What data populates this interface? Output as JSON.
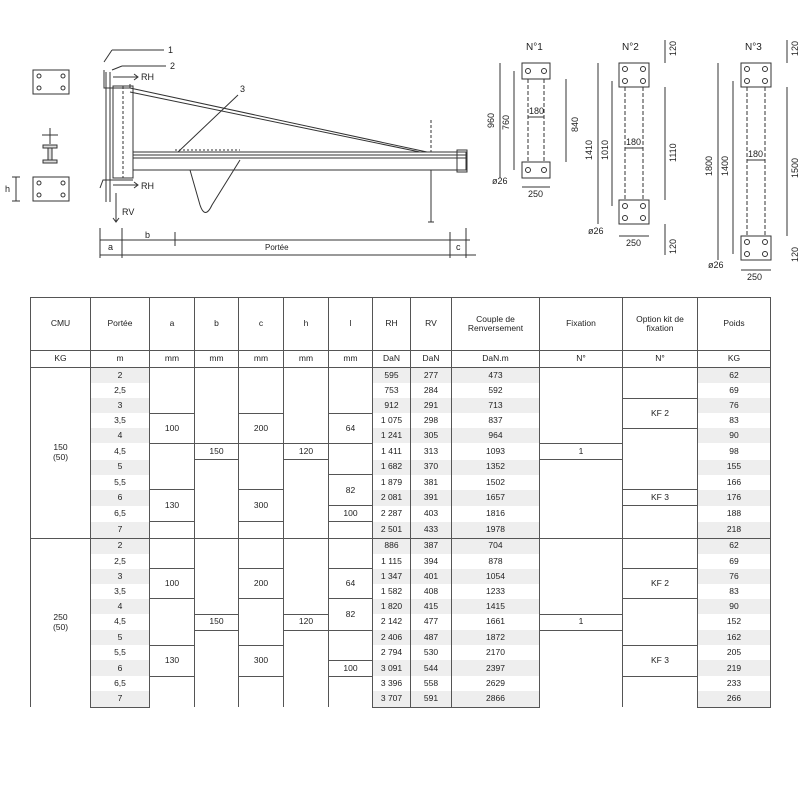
{
  "drawing": {
    "labels": {
      "callout1": "1",
      "callout2": "2",
      "callout3": "3",
      "rh_top": "RH",
      "rh_bottom": "RH",
      "rv": "RV",
      "h": "h",
      "a": "a",
      "b": "b",
      "c": "c",
      "portee": "Portée"
    },
    "plates": [
      {
        "title": "N°1",
        "dims": [
          "960",
          "760",
          "180",
          "840",
          "250",
          "ø26"
        ]
      },
      {
        "title": "N°2",
        "dims": [
          "120",
          "1410",
          "1010",
          "180",
          "1110",
          "120",
          "250",
          "ø26"
        ]
      },
      {
        "title": "N°3",
        "dims": [
          "120",
          "1800",
          "1400",
          "180",
          "1500",
          "120",
          "250",
          "ø26"
        ]
      }
    ]
  },
  "table": {
    "headers": [
      "CMU",
      "Portée",
      "a",
      "b",
      "c",
      "h",
      "l",
      "RH",
      "RV",
      "Couple de Renversement",
      "Fixation",
      "Option kit de fixation",
      "Poids"
    ],
    "units": [
      "KG",
      "m",
      "mm",
      "mm",
      "mm",
      "mm",
      "mm",
      "DaN",
      "DaN",
      "DaN.m",
      "N°",
      "N°",
      "KG"
    ],
    "groups": [
      {
        "cmu": "150",
        "cmu_sub": "(50)",
        "rows": [
          {
            "portee": "2",
            "rh": "595",
            "rv": "277",
            "couple": "473",
            "poids": "62"
          },
          {
            "portee": "2,5",
            "rh": "753",
            "rv": "284",
            "couple": "592",
            "poids": "69"
          },
          {
            "portee": "3",
            "rh": "912",
            "rv": "291",
            "couple": "713",
            "poids": "76"
          },
          {
            "portee": "3,5",
            "rh": "1 075",
            "rv": "298",
            "couple": "837",
            "poids": "83"
          },
          {
            "portee": "4",
            "rh": "1 241",
            "rv": "305",
            "couple": "964",
            "poids": "90"
          },
          {
            "portee": "4,5",
            "rh": "1 411",
            "rv": "313",
            "couple": "1093",
            "poids": "98"
          },
          {
            "portee": "5",
            "rh": "1 682",
            "rv": "370",
            "couple": "1352",
            "poids": "155"
          },
          {
            "portee": "5,5",
            "rh": "1 879",
            "rv": "381",
            "couple": "1502",
            "poids": "166"
          },
          {
            "portee": "6",
            "rh": "2 081",
            "rv": "391",
            "couple": "1657",
            "poids": "176"
          },
          {
            "portee": "6,5",
            "rh": "2 287",
            "rv": "403",
            "couple": "1816",
            "poids": "188"
          },
          {
            "portee": "7",
            "rh": "2 501",
            "rv": "433",
            "couple": "1978",
            "poids": "218"
          }
        ],
        "merged": {
          "a1": "100",
          "a2": "130",
          "b": "150",
          "c1": "200",
          "c2": "300",
          "h": "120",
          "l1": "64",
          "l2": "82",
          "l3": "100",
          "fixation": "1",
          "kit1": "KF 2",
          "kit2": "KF 3"
        }
      },
      {
        "cmu": "250",
        "cmu_sub": "(50)",
        "rows": [
          {
            "portee": "2",
            "rh": "886",
            "rv": "387",
            "couple": "704",
            "poids": "62"
          },
          {
            "portee": "2,5",
            "rh": "1 115",
            "rv": "394",
            "couple": "878",
            "poids": "69"
          },
          {
            "portee": "3",
            "rh": "1 347",
            "rv": "401",
            "couple": "1054",
            "poids": "76"
          },
          {
            "portee": "3,5",
            "rh": "1 582",
            "rv": "408",
            "couple": "1233",
            "poids": "83"
          },
          {
            "portee": "4",
            "rh": "1 820",
            "rv": "415",
            "couple": "1415",
            "poids": "90"
          },
          {
            "portee": "4,5",
            "rh": "2 142",
            "rv": "477",
            "couple": "1661",
            "poids": "152"
          },
          {
            "portee": "5",
            "rh": "2 406",
            "rv": "487",
            "couple": "1872",
            "poids": "162"
          },
          {
            "portee": "5,5",
            "rh": "2 794",
            "rv": "530",
            "couple": "2170",
            "poids": "205"
          },
          {
            "portee": "6",
            "rh": "3 091",
            "rv": "544",
            "couple": "2397",
            "poids": "219"
          },
          {
            "portee": "6,5",
            "rh": "3 396",
            "rv": "558",
            "couple": "2629",
            "poids": "233"
          },
          {
            "portee": "7",
            "rh": "3 707",
            "rv": "591",
            "couple": "2866",
            "poids": "266"
          }
        ],
        "merged": {
          "a1": "100",
          "a2": "130",
          "b": "150",
          "c1": "200",
          "c2": "300",
          "h": "120",
          "l1": "64",
          "l2": "82",
          "l3": "100",
          "fixation": "1",
          "kit1": "KF 2",
          "kit2": "KF 3"
        }
      }
    ]
  }
}
